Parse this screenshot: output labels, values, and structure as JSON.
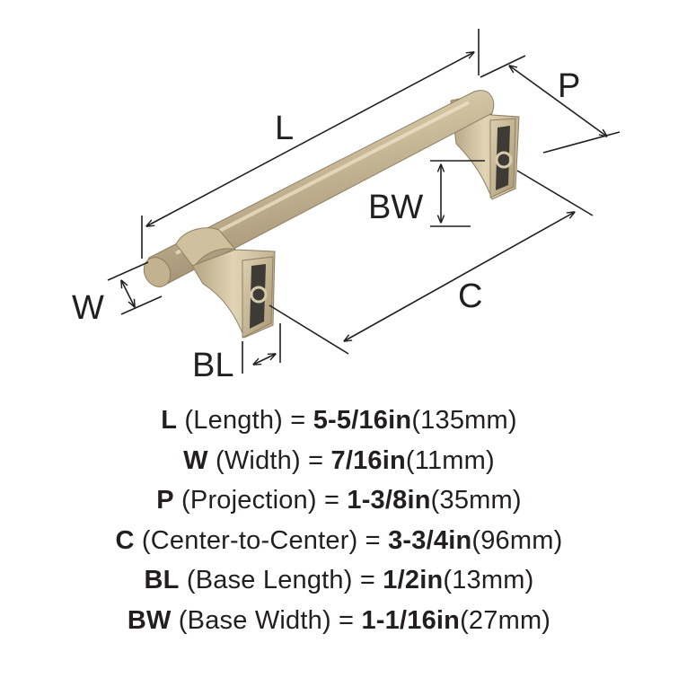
{
  "diagram": {
    "labels": {
      "L": "L",
      "P": "P",
      "BW": "BW",
      "C": "C",
      "W": "W",
      "BL": "BL"
    },
    "colors": {
      "finish_light": "#e2d6b6",
      "finish_mid": "#b9a886",
      "finish_dark": "#7d6f54",
      "slot_dark": "#3e3b36",
      "dimension_line": "#231f20"
    }
  },
  "specs": [
    {
      "abbr": "L",
      "desc": " (Length) = ",
      "imperial": "5-5/16in",
      "metric": "(135mm)"
    },
    {
      "abbr": "W",
      "desc": " (Width) = ",
      "imperial": "7/16in",
      "metric": "(11mm)"
    },
    {
      "abbr": "P",
      "desc": " (Projection) = ",
      "imperial": "1-3/8in",
      "metric": "(35mm)"
    },
    {
      "abbr": "C",
      "desc": " (Center-to-Center) = ",
      "imperial": "3-3/4in",
      "metric": "(96mm)"
    },
    {
      "abbr": "BL",
      "desc": " (Base Length) = ",
      "imperial": "1/2in",
      "metric": "(13mm)"
    },
    {
      "abbr": "BW",
      "desc": " (Base Width) = ",
      "imperial": "1-1/16in",
      "metric": "(27mm)"
    }
  ]
}
